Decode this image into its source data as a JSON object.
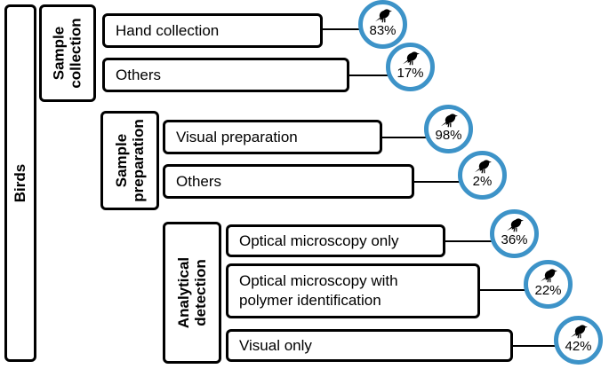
{
  "root": {
    "label": "Birds"
  },
  "stages": [
    {
      "label": "Sample\ncollection",
      "options": [
        {
          "label": "Hand collection",
          "percent": "83%"
        },
        {
          "label": "Others",
          "percent": "17%"
        }
      ]
    },
    {
      "label": "Sample\npreparation",
      "options": [
        {
          "label": "Visual preparation",
          "percent": "98%"
        },
        {
          "label": "Others",
          "percent": "2%"
        }
      ]
    },
    {
      "label": "Analytical\ndetection",
      "options": [
        {
          "label": "Optical microscopy only",
          "percent": "36%"
        },
        {
          "label": "Optical microscopy with\npolymer identification",
          "percent": "22%"
        },
        {
          "label": "Visual only",
          "percent": "42%"
        }
      ]
    }
  ],
  "icons": {
    "badge_icon": "bird-icon",
    "badge_ring_color": "#3d93c8"
  }
}
